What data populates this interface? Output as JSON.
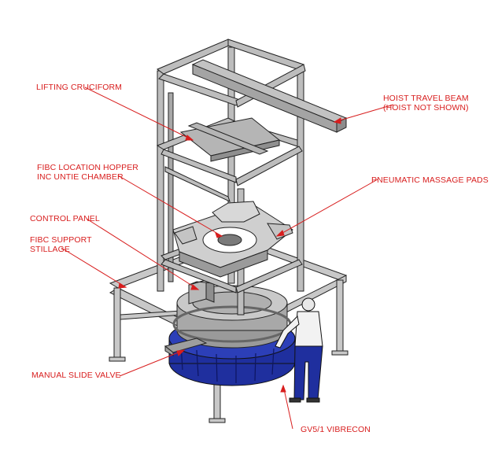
{
  "labels": {
    "lifting_cruciform": "LIFTING CRUCIFORM",
    "hoist_travel_beam_1": "HOIST TRAVEL BEAM",
    "hoist_travel_beam_2": "(HOIST NOT SHOWN)",
    "fibc_hopper_1": "FIBC LOCATION HOPPER",
    "fibc_hopper_2": "INC UNTIE CHAMBER",
    "pneumatic_pads": "PNEUMATIC MASSAGE PADS",
    "control_panel": "CONTROL PANEL",
    "fibc_stillage_1": "FIBC SUPPORT",
    "fibc_stillage_2": "STILLAGE",
    "manual_slide_valve": "MANUAL SLIDE VALVE",
    "vibrecon": "GV5/1 VIBRECON"
  },
  "colors": {
    "label": "#d81e1e",
    "steel": "#c4c4c4",
    "steel_dark": "#8a8a8a",
    "vibrecon_blue": "#1f2f9e",
    "outline": "#222222"
  }
}
